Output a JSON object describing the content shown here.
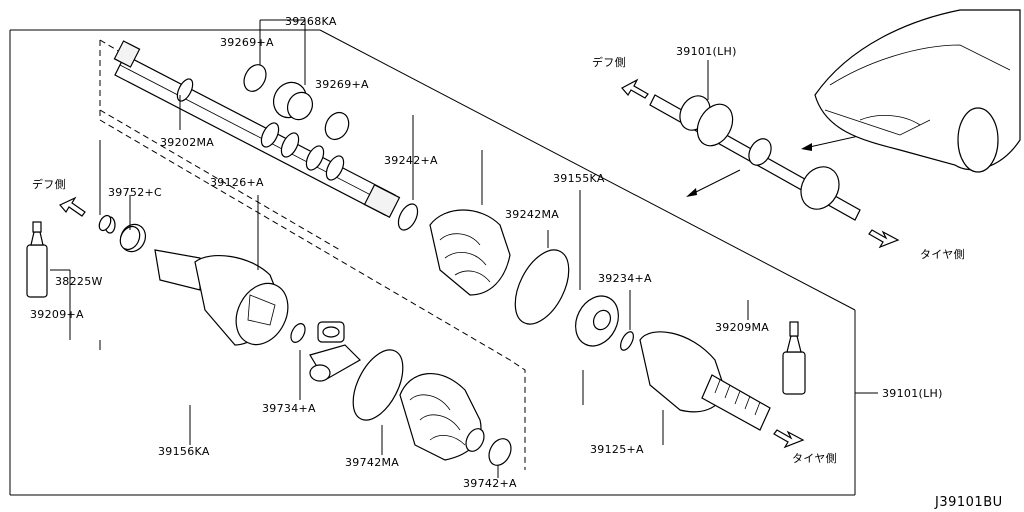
{
  "diagram_code": "J39101BU",
  "side_labels": {
    "diff_side_upper": "デフ側",
    "diff_side_left": "デフ側",
    "tire_side_upper": "タイヤ側",
    "tire_side_lower": "タイヤ側"
  },
  "parts": {
    "p39268KA": "39268KA",
    "p39269A_top": "39269+A",
    "p39269A_right": "39269+A",
    "p39202MA": "39202MA",
    "p39752C": "39752+C",
    "p39126A": "39126+A",
    "p38225W": "38225W",
    "p39209A": "39209+A",
    "p39156KA": "39156KA",
    "p39734A": "39734+A",
    "p39742MA": "39742MA",
    "p39742A": "39742+A",
    "p39242A": "39242+A",
    "p39242MA": "39242MA",
    "p39155KA": "39155KA",
    "p39234A": "39234+A",
    "p39209MA": "39209MA",
    "p39125A": "39125+A",
    "p39101LH_top": "39101(LH)",
    "p39101LH_right": "39101(LH)"
  }
}
